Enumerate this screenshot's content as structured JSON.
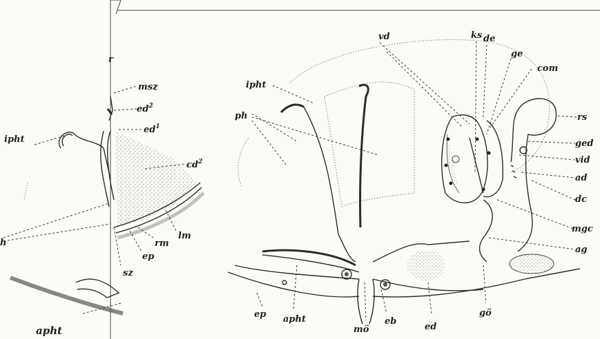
{
  "left_panel": {
    "labels": {
      "msz": "msz",
      "ed2": "ed",
      "ed2_sup": "2",
      "ed1": "ed",
      "ed1_sup": "1",
      "ipht": "ipht",
      "cd2": "cd",
      "cd2_sup": "2",
      "lm": "lm",
      "rm": "rm",
      "ep": "ep",
      "sz": "sz",
      "apht": "apht",
      "h": "h",
      "r": "r"
    }
  },
  "right_panel": {
    "labels": {
      "ks": "ks",
      "de": "de",
      "vd": "vd",
      "ge": "ge",
      "com": "com",
      "ipht": "ipht",
      "ph": "ph",
      "rs": "rs",
      "ged": "ged",
      "vid": "vid",
      "ad": "ad",
      "dc": "dc",
      "mgc": "mgc",
      "ag": "ag",
      "ep": "ep",
      "apht": "apht",
      "mo": "mö",
      "eb": "eb",
      "ed": "ed",
      "go": "gö"
    }
  }
}
